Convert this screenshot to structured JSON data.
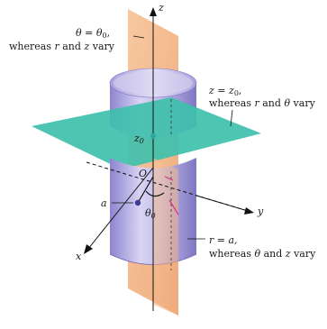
{
  "labels": {
    "theta_plane_line1": "θ = θ",
    "theta_plane_sub": "0",
    "theta_plane_line1_end": ",",
    "theta_plane_line2_a": "whereas ",
    "theta_plane_line2_r": "r",
    "theta_plane_line2_b": " and ",
    "theta_plane_line2_z": "z",
    "theta_plane_line2_c": " vary",
    "z_plane_line1": "z = z",
    "z_plane_sub": "0",
    "z_plane_line1_end": ",",
    "z_plane_line2_a": "whereas ",
    "z_plane_line2_r": "r",
    "z_plane_line2_b": " and ",
    "z_plane_line2_theta": "θ",
    "z_plane_line2_c": " vary",
    "r_cyl_line1": "r = a,",
    "r_cyl_line2_a": "whereas ",
    "r_cyl_line2_theta": "θ",
    "r_cyl_line2_b": " and ",
    "r_cyl_line2_z": "z",
    "r_cyl_line2_c": " vary",
    "point_z0": "z",
    "point_z0_sub": "0",
    "origin": "O",
    "radius_a": "a",
    "angle_theta0": "θ",
    "angle_theta0_sub": "0",
    "axis_x": "x",
    "axis_y": "y",
    "axis_z": "z"
  },
  "colors": {
    "theta_plane": "#f4b183",
    "z_plane": "#3dbfaa",
    "cylinder": "#b7aee6",
    "cylinder_dark": "#8a80c8",
    "point": "#3d3d99",
    "highlight_dot": "#2aa5a0"
  }
}
